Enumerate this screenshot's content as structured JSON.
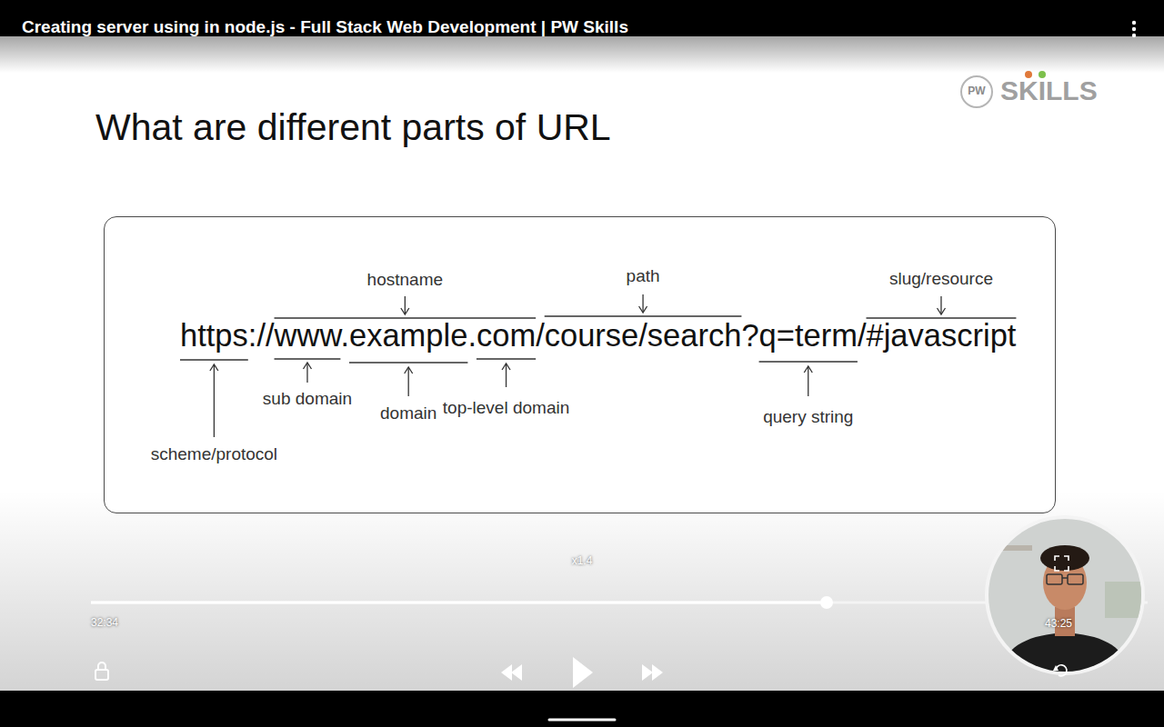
{
  "diagram": {
    "title": "What are different parts of URL",
    "nodes": [
      {
        "text": [
          "https://www.example.com/course/search?q=term/#javascript",
          "hostname",
          "path",
          "slug/resource",
          "sub domain",
          "domain",
          "top-level domain",
          "query string",
          "scheme/protocol"
        ]
      }
    ],
    "labels": [
      "Creating server using in node.js - Full Stack Web Development | PW Skills",
      "PW",
      "SKILLS",
      "x1.4",
      "32:34",
      "43:25"
    ]
  }
}
